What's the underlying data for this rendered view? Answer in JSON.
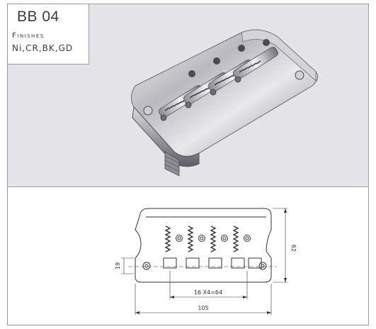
{
  "product": {
    "model": "BB 04",
    "finishes_label": "Finishes",
    "finishes_value": "Ni,CR,BK,GD"
  },
  "drawing": {
    "string_spacing_label": "16 X4=64",
    "overall_length_label": "105",
    "height_label": "62",
    "side_dim_label": "19"
  },
  "colors": {
    "panel_background": "#e4e4e9",
    "border": "#9a9aa4",
    "chrome": "#c8c8cc",
    "line": "#333333"
  }
}
